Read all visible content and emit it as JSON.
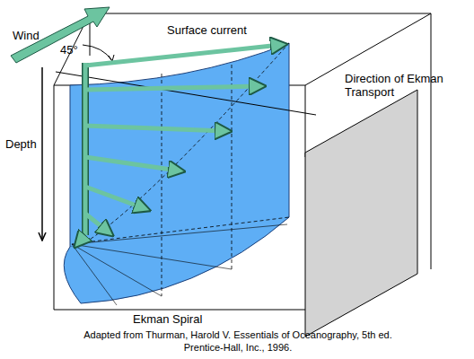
{
  "diagram": {
    "caption": "Adapted from Thurman, Harold V. Essentials of Oceanography, 5th ed. Prentice-Hall, Inc., 1996.",
    "labels": [
      "Wind",
      "45°",
      "Surface current",
      "Direction of Ekman Transport",
      "Depth",
      "Ekman Spiral"
    ]
  }
}
